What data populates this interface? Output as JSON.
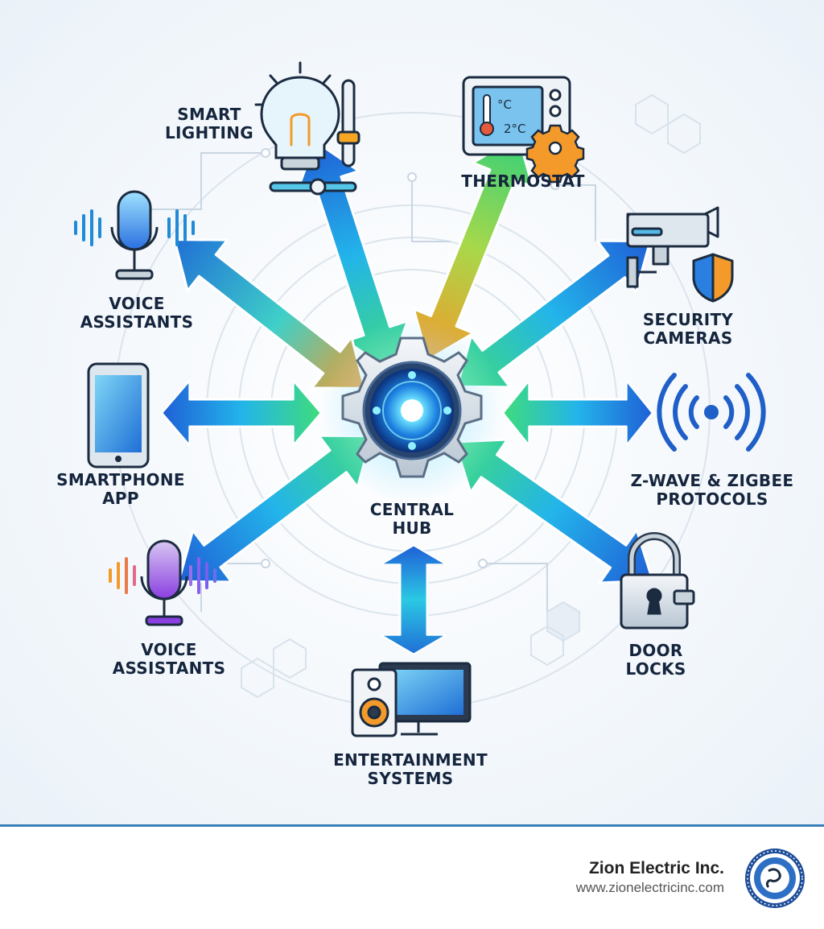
{
  "diagram": {
    "hub_label": "CENTRAL\nHUB",
    "nodes": [
      {
        "id": "smart-lighting",
        "label": "SMART\nLIGHTING",
        "icon": "lightbulb-slider-icon"
      },
      {
        "id": "thermostat",
        "label": "THERMOSTAT",
        "icon": "thermostat-icon"
      },
      {
        "id": "security-cameras",
        "label": "SECURITY\nCAMERAS",
        "icon": "security-camera-icon"
      },
      {
        "id": "zwave-zigbee",
        "label": "Z-WAVE & ZIGBEE\nPROTOCOLS",
        "icon": "wireless-signal-icon"
      },
      {
        "id": "door-locks",
        "label": "DOOR\nLOCKS",
        "icon": "padlock-icon"
      },
      {
        "id": "entertainment",
        "label": "ENTERTAINMENT\nSYSTEMS",
        "icon": "speaker-monitor-icon"
      },
      {
        "id": "voice-assistants-bottom",
        "label": "VOICE\nASSISTANTS",
        "icon": "microphone-icon"
      },
      {
        "id": "smartphone-app",
        "label": "SMARTPHONE\nAPP",
        "icon": "smartphone-icon"
      },
      {
        "id": "voice-assistants-top",
        "label": "VOICE\nASSISTANTS",
        "icon": "microphone-icon"
      }
    ],
    "thermostat_readings": [
      "°C",
      "2°C"
    ]
  },
  "footer": {
    "company": "Zion Electric Inc.",
    "website": "www.zionelectricinc.com",
    "logo_icon": "company-seal-icon"
  },
  "colors": {
    "arrow_blue": "#1f6fd6",
    "arrow_cyan": "#22c3e6",
    "arrow_green": "#35d07a",
    "arrow_orange": "#f39a2a",
    "text": "#15253d",
    "rule": "#3a7fb8"
  }
}
